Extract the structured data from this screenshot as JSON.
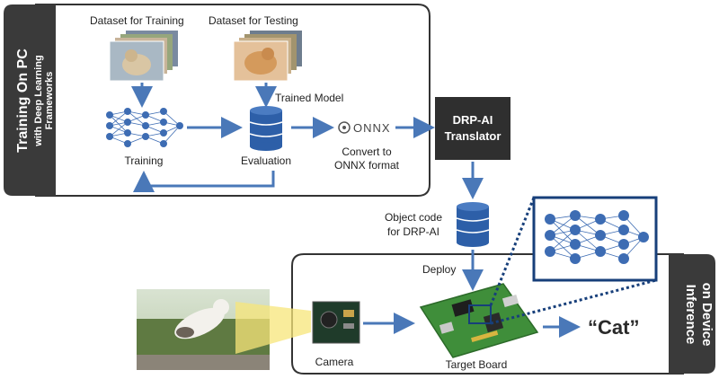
{
  "training_panel": {
    "side_title": "Training On PC",
    "side_subtitle_1": "with Deep Learning",
    "side_subtitle_2": "Frameworks",
    "dataset_training": "Dataset for Training",
    "dataset_testing": "Dataset for Testing",
    "trained_model": "Trained Model",
    "onnx_logo": "ONNX",
    "training_label": "Training",
    "evaluation_label": "Evaluation",
    "convert_line1": "Convert to",
    "convert_line2": "ONNX format"
  },
  "translator": {
    "line1": "DRP-AI",
    "line2": "Translator"
  },
  "object_code": {
    "line1": "Object code",
    "line2": "for DRP-AI"
  },
  "inference_panel": {
    "side_title_1": "Inference",
    "side_title_2": "on Device",
    "deploy_label": "Deploy",
    "camera_label": "Camera",
    "board_label": "Target Board",
    "result": "“Cat”"
  },
  "colors": {
    "arrow": "#4a78b8",
    "panel_header": "#3a3a3a",
    "translator_box": "#2f2f2f",
    "network_frame": "#173f7a",
    "node_fill": "#3d6cb3",
    "db_fill": "#2d5fa8",
    "board_green": "#3f8e3a"
  }
}
